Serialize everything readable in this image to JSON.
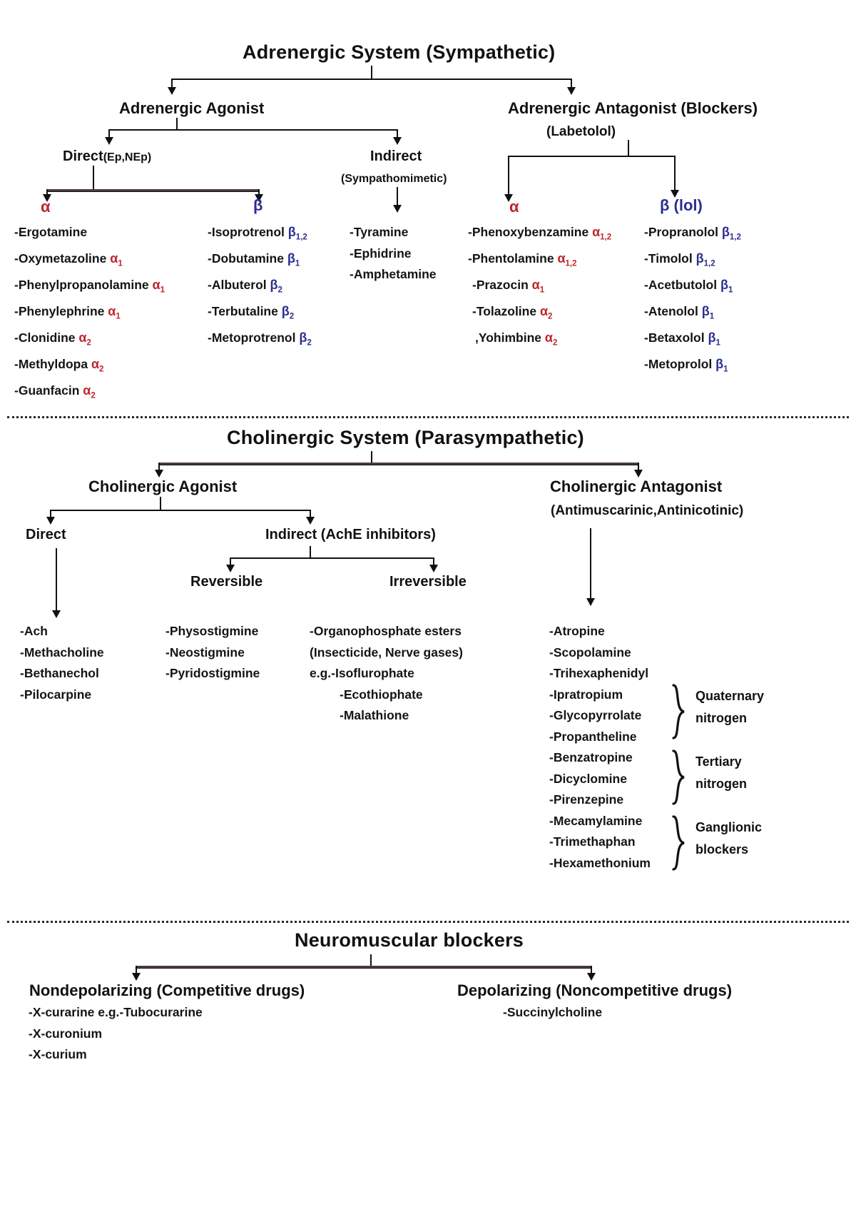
{
  "sections": [
    {
      "id": "adrenergic",
      "title": "Adrenergic System (Sympathetic)",
      "branch_left": "Adrenergic Agonist",
      "branch_right": "Adrenergic Antagonist (Blockers)",
      "branch_right_sub": "(Labetolol)",
      "agonist_direct": "Direct",
      "agonist_direct_note": "(Ep,NEp)",
      "agonist_indirect": "Indirect",
      "agonist_indirect_sub": "(Sympathomimetic)",
      "greek_alpha": "α",
      "greek_beta": "β",
      "greek_beta_lol": "β (lol)",
      "columns": {
        "direct_alpha": [
          {
            "name": "-Ergotamine",
            "rec": "",
            "sub": ""
          },
          {
            "name": "-Oxymetazoline",
            "rec": "α",
            "sub": "1"
          },
          {
            "name": "-Phenylpropanolamine",
            "rec": "α",
            "sub": "1"
          },
          {
            "name": "-Phenylephrine",
            "rec": "α",
            "sub": "1"
          },
          {
            "name": "-Clonidine",
            "rec": "α",
            "sub": "2"
          },
          {
            "name": "-Methyldopa",
            "rec": "α",
            "sub": "2"
          },
          {
            "name": "-Guanfacin",
            "rec": "α",
            "sub": "2"
          }
        ],
        "direct_beta": [
          {
            "name": "-Isoprotrenol",
            "rec": "β",
            "sub": "1,2"
          },
          {
            "name": "-Dobutamine",
            "rec": "β",
            "sub": "1"
          },
          {
            "name": "-Albuterol",
            "rec": "β",
            "sub": "2"
          },
          {
            "name": "-Terbutaline",
            "rec": "β",
            "sub": "2"
          },
          {
            "name": "-Metoprotrenol",
            "rec": "β",
            "sub": "2"
          }
        ],
        "indirect": [
          {
            "name": "-Tyramine"
          },
          {
            "name": "-Ephidrine"
          },
          {
            "name": "-Amphetamine"
          }
        ],
        "blocker_alpha": [
          {
            "name": "-Phenoxybenzamine",
            "rec": "α",
            "sub": "1,2"
          },
          {
            "name": "-Phentolamine",
            "rec": "α",
            "sub": "1,2"
          },
          {
            "name": "-Prazocin",
            "rec": "α",
            "sub": "1"
          },
          {
            "name": "-Tolazoline",
            "rec": "α",
            "sub": "2"
          },
          {
            "name": ",Yohimbine",
            "rec": "α",
            "sub": "2"
          }
        ],
        "blocker_beta": [
          {
            "name": "-Propranolol",
            "rec": "β",
            "sub": "1,2"
          },
          {
            "name": "-Timolol",
            "rec": "β",
            "sub": "1,2"
          },
          {
            "name": "-Acetbutolol",
            "rec": "β",
            "sub": "1"
          },
          {
            "name": "-Atenolol",
            "rec": "β",
            "sub": "1"
          },
          {
            "name": "-Betaxolol",
            "rec": "β",
            "sub": "1"
          },
          {
            "name": "-Metoprolol",
            "rec": "β",
            "sub": "1"
          }
        ]
      }
    },
    {
      "id": "cholinergic",
      "title": "Cholinergic System (Parasympathetic)",
      "branch_left": "Cholinergic Agonist",
      "branch_right": "Cholinergic Antagonist",
      "branch_right_sub": "(Antimuscarinic,Antinicotinic)",
      "agonist_direct": "Direct",
      "agonist_indirect": "Indirect (AchE inhibitors)",
      "reversible": "Reversible",
      "irreversible": "Irreversible",
      "columns": {
        "direct": [
          "-Ach",
          "-Methacholine",
          "-Bethanechol",
          "-Pilocarpine"
        ],
        "reversible": [
          "-Physostigmine",
          "-Neostigmine",
          "-Pyridostigmine"
        ],
        "irreversible": [
          "-Organophosphate esters",
          "(Insecticide, Nerve gases)",
          "e.g.-Isoflurophate",
          "-Ecothiophate",
          "-Malathione"
        ],
        "antagonist": [
          "-Atropine",
          "-Scopolamine",
          "-Trihexaphenidyl",
          "-Ipratropium",
          "-Glycopyrrolate",
          "-Propantheline",
          "-Benzatropine",
          "-Dicyclomine",
          "-Pirenzepine",
          "-Mecamylamine",
          "-Trimethaphan",
          "-Hexamethonium"
        ],
        "groups": [
          {
            "label_line1": "Quaternary",
            "label_line2": "nitrogen"
          },
          {
            "label_line1": "Tertiary",
            "label_line2": "nitrogen"
          },
          {
            "label_line1": "Ganglionic",
            "label_line2": "blockers"
          }
        ]
      }
    },
    {
      "id": "nmb",
      "title": "Neuromuscular blockers",
      "branch_left": "Nondepolarizing (Competitive drugs)",
      "branch_right": "Depolarizing (Noncompetitive drugs)",
      "columns": {
        "nondepolarizing": [
          "-X-curarine e.g.-Tubocurarine",
          "-X-curonium",
          "-X-curium"
        ],
        "depolarizing": [
          "-Succinylcholine"
        ]
      }
    }
  ],
  "colors": {
    "alpha": "#c0252c",
    "beta": "#2b2f8f",
    "line": "#111111",
    "rule": "#4a3c42"
  }
}
